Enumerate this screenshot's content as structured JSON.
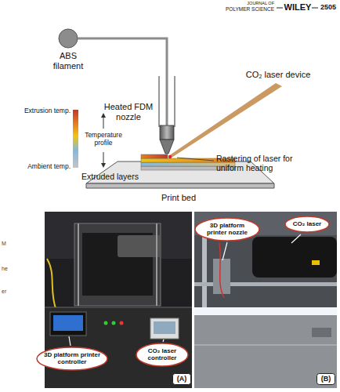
{
  "diagram": {
    "nodes": [
      {
        "text": [
          "3D platform printer controller"
        ]
      },
      {
        "text": [
          "CO₂ laser controller"
        ]
      },
      {
        "text": [
          "(A)"
        ]
      },
      {
        "text": [
          "3D platform printer nozzle"
        ]
      },
      {
        "text": [
          "CO₂ laser"
        ]
      },
      {
        "text": [
          "(B)"
        ]
      }
    ],
    "labels": [
      "JOURNAL OF",
      "POLYMER SCIENCE",
      "WILEY",
      "2505",
      "ABS filament",
      "Heated FDM nozzle",
      "CO₂ laser device",
      "Extrusion temp.",
      "Temperature profile",
      "Ambient temp.",
      "Rastering of laser for uniform heating",
      "Extruded layers",
      "Print bed",
      "M",
      "he",
      "er"
    ]
  }
}
